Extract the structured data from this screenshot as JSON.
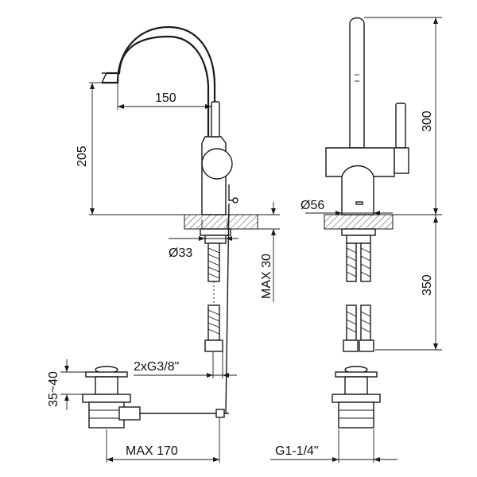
{
  "dimensions": {
    "spout_reach": "150",
    "spout_height": "205",
    "overall_height": "300",
    "body_diameter": "Ø56",
    "shank_diameter": "Ø33",
    "max_deck_thickness": "MAX 30",
    "hose_length": "350",
    "hose_connection": "2xG3/8\"",
    "waste_height_range": "35~40",
    "waste_rod_reach": "MAX 170",
    "waste_thread": "G1-1/4\""
  }
}
